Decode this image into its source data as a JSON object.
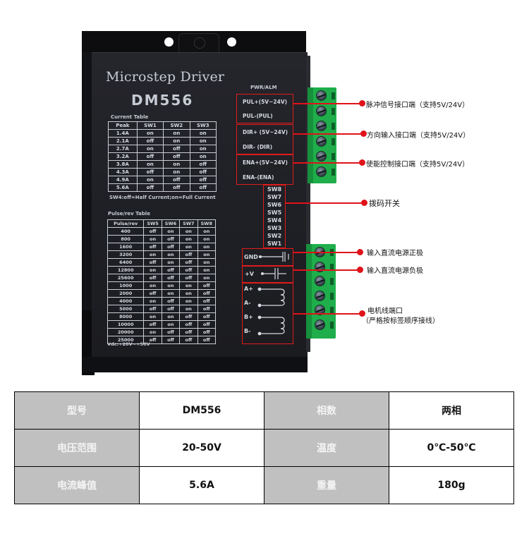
{
  "device": {
    "title": "Microstep  Driver",
    "model": "DM556",
    "current_table": {
      "caption": "Current  Table",
      "headers": [
        "Peak",
        "SW1",
        "SW2",
        "SW3"
      ],
      "rows": [
        [
          "1.4A",
          "on",
          "on",
          "on"
        ],
        [
          "2.1A",
          "off",
          "on",
          "on"
        ],
        [
          "2.7A",
          "on",
          "off",
          "on"
        ],
        [
          "3.2A",
          "off",
          "off",
          "on"
        ],
        [
          "3.8A",
          "on",
          "on",
          "off"
        ],
        [
          "4.3A",
          "off",
          "on",
          "off"
        ],
        [
          "4.9A",
          "on",
          "off",
          "off"
        ],
        [
          "5.6A",
          "off",
          "off",
          "off"
        ]
      ],
      "note": "SW4:off=Half Current;on=Full Current"
    },
    "pulse_table": {
      "caption": "Pulse/rev Table",
      "headers": [
        "Pulse/rev",
        "SW5",
        "SW6",
        "SW7",
        "SW8"
      ],
      "rows": [
        [
          "400",
          "off",
          "on",
          "on",
          "on"
        ],
        [
          "800",
          "on",
          "off",
          "on",
          "on"
        ],
        [
          "1600",
          "off",
          "off",
          "on",
          "on"
        ],
        [
          "3200",
          "on",
          "on",
          "off",
          "on"
        ],
        [
          "6400",
          "off",
          "on",
          "off",
          "on"
        ],
        [
          "12800",
          "on",
          "off",
          "off",
          "on"
        ],
        [
          "25600",
          "off",
          "off",
          "off",
          "on"
        ],
        [
          "1000",
          "on",
          "on",
          "on",
          "off"
        ],
        [
          "2000",
          "off",
          "on",
          "on",
          "off"
        ],
        [
          "4000",
          "on",
          "off",
          "on",
          "off"
        ],
        [
          "5000",
          "off",
          "off",
          "on",
          "off"
        ],
        [
          "8000",
          "on",
          "on",
          "off",
          "off"
        ],
        [
          "10000",
          "off",
          "on",
          "off",
          "off"
        ],
        [
          "20000",
          "on",
          "off",
          "off",
          "off"
        ],
        [
          "25000",
          "off",
          "off",
          "off",
          "off"
        ]
      ],
      "vdc": "Vdc:+20V~+50V"
    },
    "pwr_alm": "PWR/ALM",
    "signal_terminals": [
      "PUL+(5V~24V)",
      "PUL-(PUL)",
      "DIR+ (5V~24V)",
      "DIR- (DIR)",
      "ENA+(5V~24V)",
      "ENA-(ENA)"
    ],
    "dip_switches": [
      "SW8",
      "SW7",
      "SW6",
      "SW5",
      "SW4",
      "SW3",
      "SW2",
      "SW1"
    ],
    "power_terminals": [
      "GND",
      "+V"
    ],
    "motor_terminals": [
      "A+",
      "A-",
      "B+",
      "B-"
    ]
  },
  "callouts": [
    {
      "text": "脉冲信号接口端（支持5V/24V）"
    },
    {
      "text": "方向输入接口端（支持5V/24V）"
    },
    {
      "text": "使能控制接口端（支持5V/24V）"
    },
    {
      "text": "拨码开关"
    },
    {
      "text": "输入直流电源正极"
    },
    {
      "text": "输入直流电源负极"
    },
    {
      "text": "电机线端口",
      "sub": "（严格按标签顺序接线）"
    }
  ],
  "colors": {
    "callout_red": "#e0121a",
    "terminal_green": "#1fae4b",
    "device_black": "#1f2025",
    "spec_key_bg": "#c0c0c0"
  },
  "spec_table": [
    [
      {
        "key": "型号",
        "val": "DM556"
      },
      {
        "key": "相数",
        "val": "两相"
      }
    ],
    [
      {
        "key": "电压范围",
        "val": "20-50V"
      },
      {
        "key": "温度",
        "val": "0℃-50℃"
      }
    ],
    [
      {
        "key": "电流峰值",
        "val": "5.6A"
      },
      {
        "key": "重量",
        "val": "180g"
      }
    ]
  ]
}
